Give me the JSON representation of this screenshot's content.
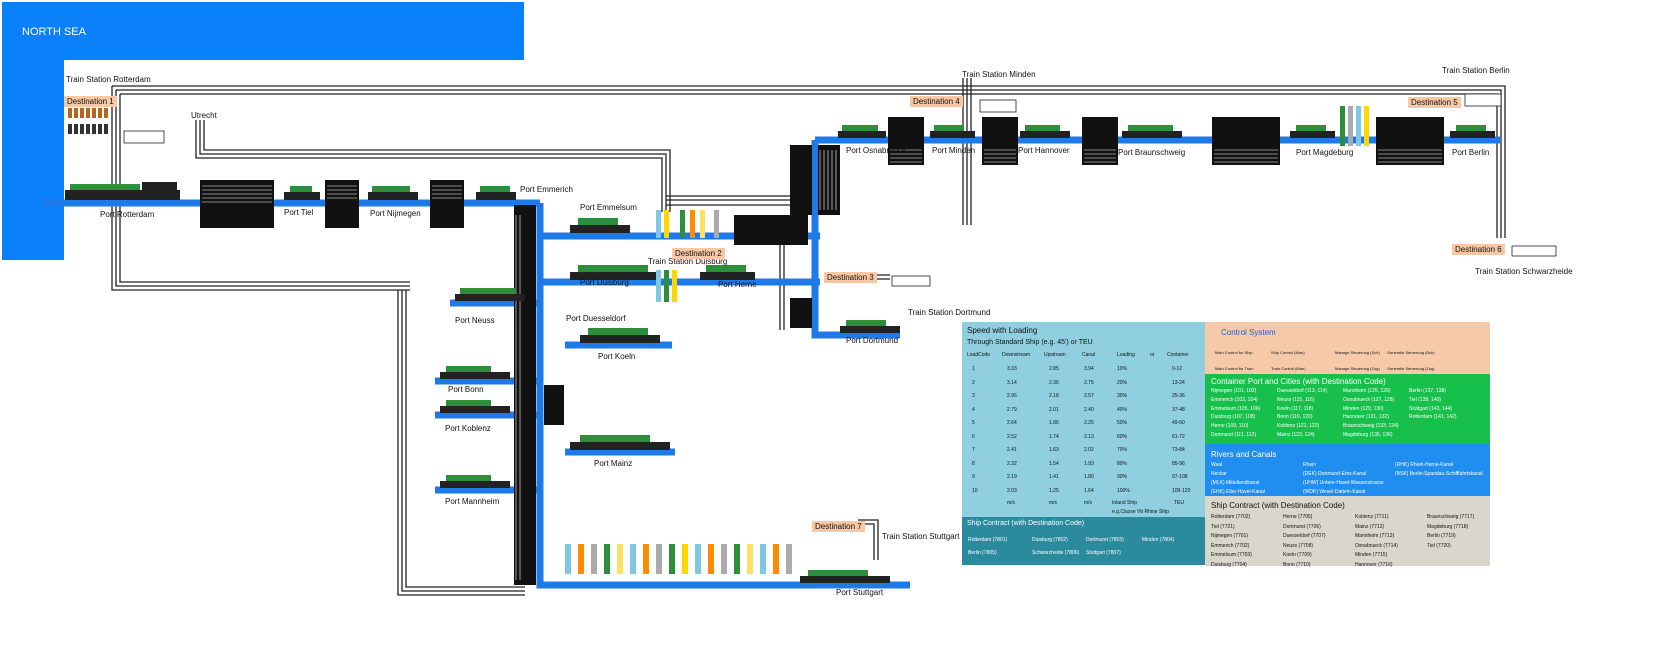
{
  "sea": {
    "label": "NORTH SEA"
  },
  "train_stations": {
    "rotterdam": "Train Station Rotterdam",
    "minden": "Train Station Minden",
    "berlin": "Train Station Berlin",
    "schwarzheide": "Train Station Schwarzheide",
    "dortmund": "Train Station Dortmund",
    "stuttgart": "Train Station Stuttgart",
    "duisburg": "Train Station Duisburg"
  },
  "places": {
    "utrecht": "Utrecht",
    "port_rotterdam": "Port Rotterdam",
    "port_tiel": "Port Tiel",
    "port_nijmegen": "Port Nijmegen",
    "port_emmerich": "Port Emmerich",
    "port_emmelsum": "Port Emmelsum",
    "port_duisburg": "Port Duisburg",
    "port_herne": "Port Herne",
    "port_neuss": "Port Neuss",
    "port_duesseldorf": "Port Duesseldorf",
    "port_koeln": "Port Koeln",
    "port_bonn": "Port Bonn",
    "port_koblenz": "Port Koblenz",
    "port_mainz": "Port Mainz",
    "port_mannheim": "Port Mannheim",
    "port_stuttgart": "Port Stuttgart",
    "port_dortmund": "Port Dortmund",
    "port_osnabrueck": "Port Osnabrueck",
    "port_minden": "Port Minden",
    "port_hannover": "Port Hannover",
    "port_braunschweig": "Port Braunschweig",
    "port_magdeburg": "Port Magdeburg",
    "port_berlin": "Port Berlin"
  },
  "destinations": {
    "d1": "Destination 1",
    "d2": "Destination 2",
    "d3": "Destination 3",
    "d4": "Destination 4",
    "d5": "Destination 5",
    "d6": "Destination 6",
    "d7": "Destination 7"
  },
  "speed_panel": {
    "title": "Speed with Loading",
    "subtitle": "Through Standard Ship (e.g. 45') or TEU",
    "headers": [
      "LoadCode",
      "Downstream",
      "Upstream",
      "Canal",
      "Loading",
      "or",
      "Container"
    ],
    "rows": [
      [
        "1",
        "3.33",
        "2.85",
        "3.94",
        "10%",
        "",
        "0-12"
      ],
      [
        "2",
        "3.14",
        "2.36",
        "2.75",
        "20%",
        "",
        "13-24"
      ],
      [
        "3",
        "2.96",
        "2.18",
        "2.57",
        "30%",
        "",
        "25-36"
      ],
      [
        "4",
        "2.79",
        "2.01",
        "2.40",
        "40%",
        "",
        "37-48"
      ],
      [
        "5",
        "2.64",
        "1.86",
        "2.25",
        "50%",
        "",
        "49-60"
      ],
      [
        "6",
        "2.52",
        "1.74",
        "2.13",
        "60%",
        "",
        "61-72"
      ],
      [
        "7",
        "2.41",
        "1.63",
        "2.02",
        "70%",
        "",
        "73-84"
      ],
      [
        "8",
        "2.32",
        "1.54",
        "1.93",
        "80%",
        "",
        "85-96"
      ],
      [
        "9",
        "2.19",
        "1.41",
        "1.80",
        "90%",
        "",
        "97-108"
      ],
      [
        "10",
        "2.03",
        "1.25",
        "1.64",
        "100%",
        "",
        "109-120"
      ]
    ],
    "units": [
      "m/s",
      "m/s",
      "m/s",
      "Inland Ship",
      "TEU"
    ],
    "note": "e.g.Classe Vb Rhine Ship"
  },
  "ship_contract_panel": {
    "title": "Ship Contract (with Destination Code)",
    "items": [
      "Rotterdam (7801)",
      "Duisburg (7802)",
      "Dortmund (7803)",
      "Minden (7804)",
      "Berlin (7805)",
      "Schwarzheide (7806)",
      "Stuttgart (7807)"
    ]
  },
  "control_panel": {
    "title": "Control System",
    "items": [
      "Main Control for Ship",
      "Ship Control (Man)",
      "Manage Steuerung (Sch)",
      "Generelle Steuerung (Sch)",
      "Main Control for Train",
      "Train Control (Man)",
      "Manage Steuerung (Zug)",
      "Generelle Steuerung (Zug)"
    ]
  },
  "container_panel": {
    "title": "Container Port and Cities (with Destination Code)",
    "items": [
      "Nijmegen (101, 102)",
      "Emmerich (103, 104)",
      "Emmelsum (105, 106)",
      "Duisburg (107, 108)",
      "Herne (109, 110)",
      "Dortmund (111, 112)",
      "Duesseldorf (113, 114)",
      "Neuss (115, 116)",
      "Koeln (117, 118)",
      "Bonn (119, 120)",
      "Koblenz (121, 122)",
      "Mainz (123, 124)",
      "Mannheim (125, 126)",
      "Osnabrueck (127, 128)",
      "Minden (129, 130)",
      "Hannover (131, 132)",
      "Braunschweig (133, 134)",
      "Magdeburg (135, 136)",
      "Berlin (137, 138)",
      "Tiel (139, 140)",
      "Stuttgart (143, 144)",
      "Rotterdam (141, 142)"
    ]
  },
  "rivers_panel": {
    "title": "Rivers and Canals",
    "items": [
      "Waal",
      "Neckar",
      "(MLK) Mittellandkanal",
      "(EHK) Elbe-Havel-Kanal",
      "Rhein",
      "(DEK) Dortmund-Ems-Kanal",
      "(UHW) Untere-Havel-Wasserstrasse",
      "(WDK) Wesel-Datteln-Kanal",
      "(RHK) Rhein-Herne-Kanal",
      "(BSK) Berlin-Spandau-Schifffahrtskanal"
    ]
  },
  "ship_contract2_panel": {
    "title": "Ship Contract (with Destination Code)",
    "items": [
      "Rotterdam (7702)",
      "Tiel (7721)",
      "Nijmegen (7701)",
      "Emmerich (7702)",
      "Emmelsum (7703)",
      "Duisburg (7704)",
      "Herne (7705)",
      "Dortmund (7706)",
      "Duesseldorf (7707)",
      "Neuss (7708)",
      "Koeln (7709)",
      "Bonn (7710)",
      "Koblenz (7711)",
      "Mainz (7712)",
      "Mannheim (7713)",
      "Osnabrueck (7714)",
      "Minden (7715)",
      "Hannover (7716)",
      "Braunschweig (7717)",
      "Magdeburg (7718)",
      "Berlin (7719)",
      "Tiel (7720)"
    ]
  },
  "colors": {
    "sea": "#0a80fa",
    "water": "#1e7ae8",
    "track": "#222222",
    "destination": "#f8c7a3",
    "speed_bg": "#8fcfe0",
    "contract_bg": "#2c8a9e",
    "control_bg": "#f6c9a8",
    "container_bg": "#17c04a",
    "rivers_bg": "#1f8ef0",
    "contract2_bg": "#d9d6cc"
  }
}
